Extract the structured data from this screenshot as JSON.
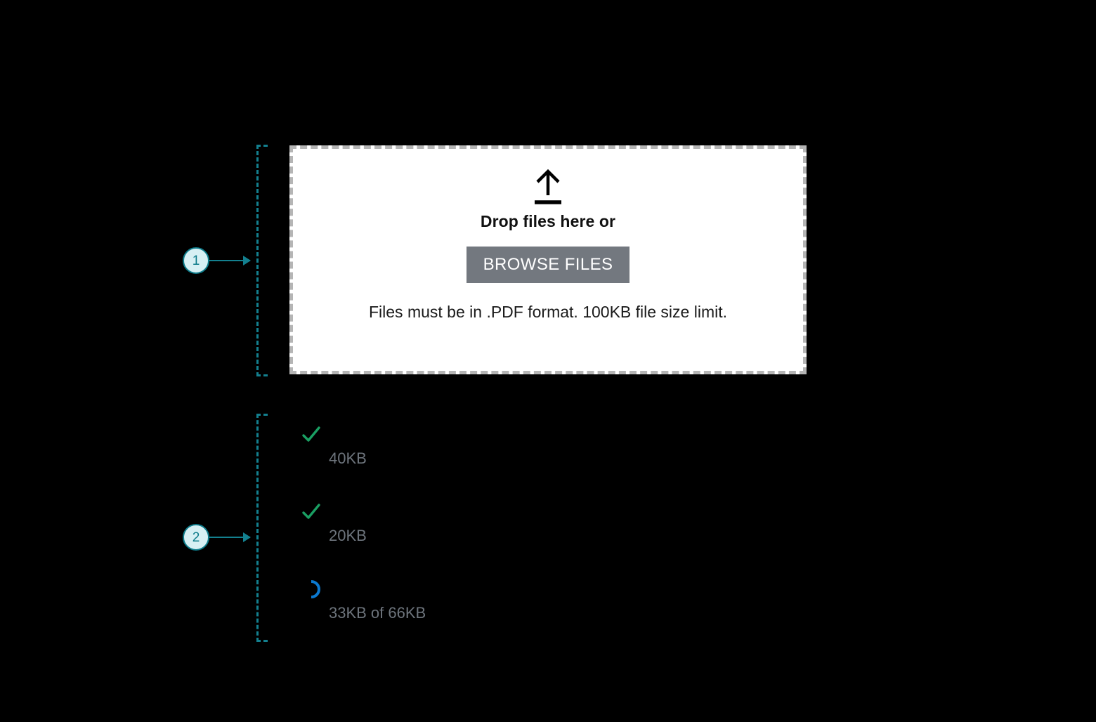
{
  "background_color": "#000000",
  "accent_colors": {
    "annotation_teal": "#13808f",
    "annotation_fill": "#d7f0f4",
    "dropzone_border": "#b5b5b5",
    "browse_button": "#73787f",
    "success_green": "#1a9f63",
    "spinner_blue": "#0b79d0",
    "meta_text": "#6d747c"
  },
  "annotations": [
    {
      "id": "1",
      "label": "1",
      "target": "dropzone"
    },
    {
      "id": "2",
      "label": "2",
      "target": "file-list"
    }
  ],
  "dropzone": {
    "icon": "upload-arrow-icon",
    "title": "Drop files here or",
    "browse_button_label": "BROWSE FILES",
    "help_text": "Files must be in .PDF format. 100KB file size limit."
  },
  "file_list": {
    "items": [
      {
        "status_icon": "check-icon",
        "status": "complete",
        "name": "",
        "meta": "40KB"
      },
      {
        "status_icon": "check-icon",
        "status": "complete",
        "name": "",
        "meta": "20KB"
      },
      {
        "status_icon": "spinner-icon",
        "status": "uploading",
        "name": "",
        "meta": "33KB of 66KB"
      }
    ]
  }
}
